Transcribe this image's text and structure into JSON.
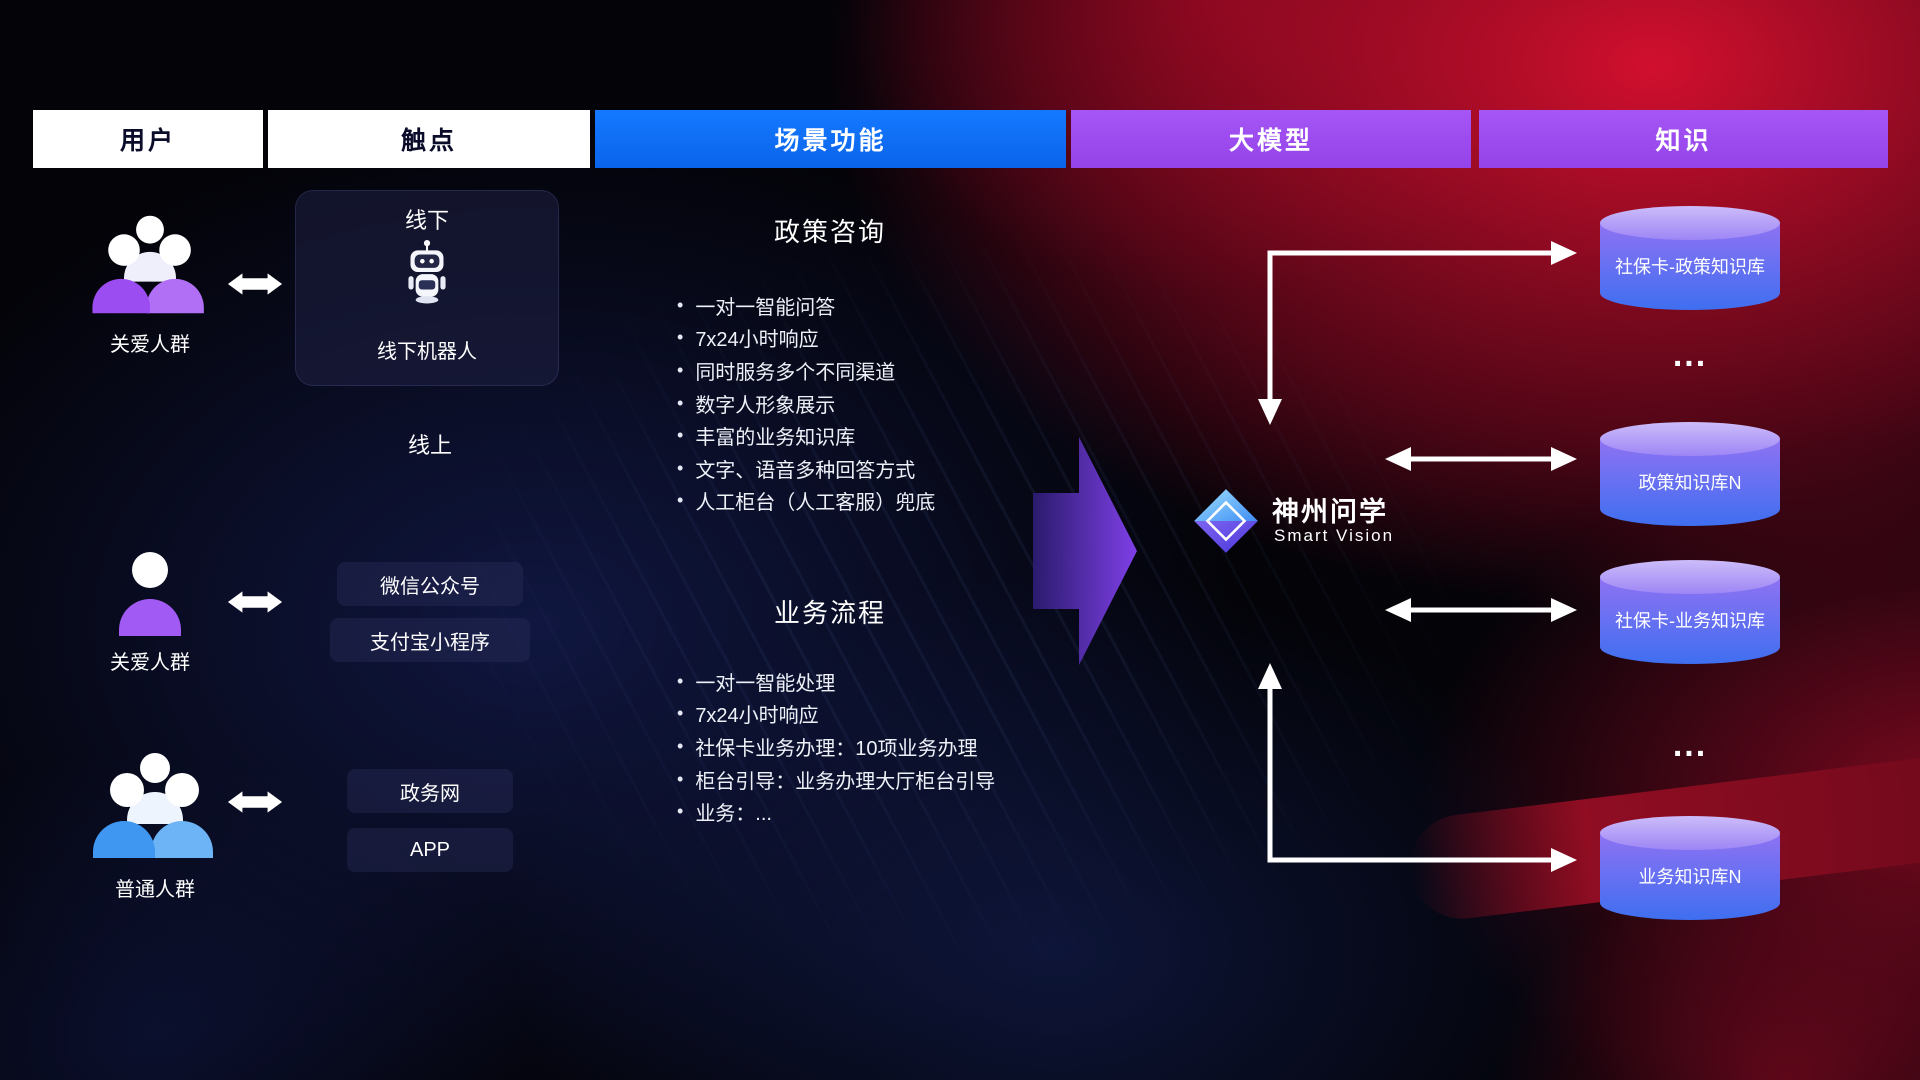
{
  "headers": [
    {
      "label": "用户"
    },
    {
      "label": "触点"
    },
    {
      "label": "场景功能"
    },
    {
      "label": "大模型"
    },
    {
      "label": "知识"
    }
  ],
  "users": [
    {
      "label": "关爱人群",
      "icon": "group-users-purple-icon"
    },
    {
      "label": "关爱人群",
      "icon": "person-purple-icon"
    },
    {
      "label": "普通人群",
      "icon": "group-users-blue-icon"
    }
  ],
  "touchpoints": {
    "offline_title": "线下",
    "offline_device": "线下机器人",
    "online_title": "线上",
    "channels": [
      "微信公众号",
      "支付宝小程序",
      "政务网",
      "APP"
    ]
  },
  "scenarios": [
    {
      "title": "政策咨询",
      "items": [
        "一对一智能问答",
        "7x24小时响应",
        "同时服务多个不同渠道",
        "数字人形象展示",
        "丰富的业务知识库",
        "文字、语音多种回答方式",
        "人工柜台（人工客服）兜底"
      ]
    },
    {
      "title": "业务流程",
      "items": [
        "一对一智能处理",
        "7x24小时响应",
        "社保卡业务办理：10项业务办理",
        "柜台引导：业务办理大厅柜台引导",
        "业务：..."
      ]
    }
  ],
  "model": {
    "name": "神州问学",
    "subtitle": "Smart Vision"
  },
  "knowledge": {
    "items": [
      "社保卡-政策知识库",
      "政策知识库N",
      "社保卡-业务知识库",
      "业务知识库N"
    ],
    "ellipsis": "..."
  },
  "colors": {
    "header_blue": "#0b6ef5",
    "header_purple": "#9c4bf0",
    "flow_arrow_purple": "#8743f5",
    "cylinder_top": "#c3b2f9",
    "cylinder_body_top": "#8f72f3",
    "cylinder_body_bottom": "#3e6ff0",
    "user_purple": "#9b4df2",
    "user_blue": "#3f97f2",
    "background_red": "#c8102e",
    "arrow_white": "#ffffff"
  }
}
